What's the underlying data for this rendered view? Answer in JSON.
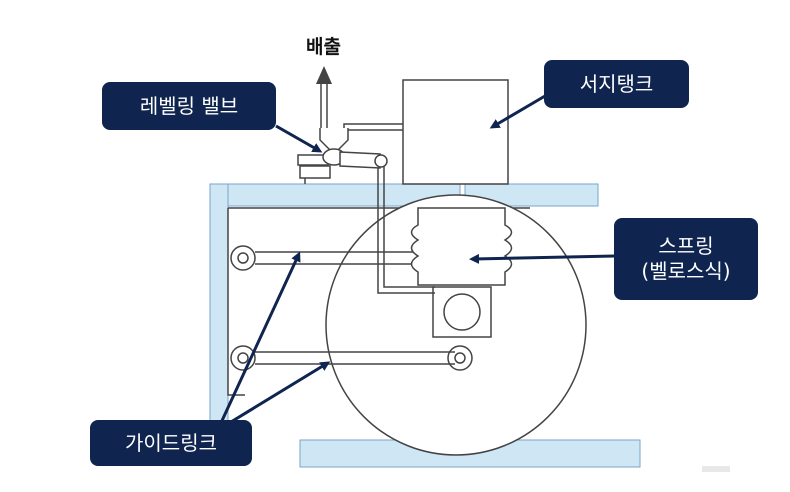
{
  "labels": {
    "exhaust": "배출",
    "leveling_valve": "레벨링 밸브",
    "reservoir_tank": "서지탱크",
    "spring": "스프링\n(벨로스식)",
    "guide_link": "가이드링크"
  },
  "colors": {
    "label_bg": "#0f2550",
    "light_blue": "#cfe6f5",
    "line": "#444444",
    "arrow": "#0f2550"
  },
  "icons": [
    "up-arrow-icon",
    "pointer-arrow-icon"
  ]
}
